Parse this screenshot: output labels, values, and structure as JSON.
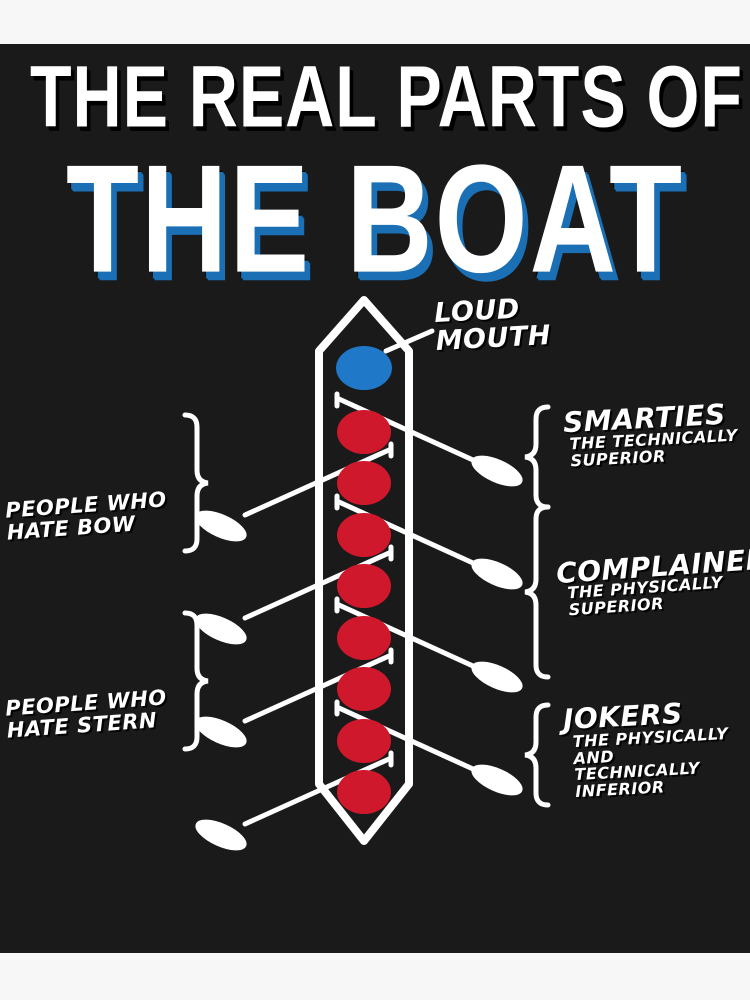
{
  "poster": {
    "background_color": "#f7f7f7",
    "field_color": "#1a1a1a"
  },
  "title": {
    "line1": "THE REAL PARTS OF",
    "line2": "THE BOAT",
    "line1_color": "#ffffff",
    "line2_color": "#ffffff",
    "line2_shadow_color": "#1a6fb5"
  },
  "diagram": {
    "boat": {
      "outline_color": "#ffffff",
      "seats": [
        {
          "index": 0,
          "role": "coxswain",
          "color": "#1f78c8"
        },
        {
          "index": 1,
          "role": "rower",
          "color": "#d0182c"
        },
        {
          "index": 2,
          "role": "rower",
          "color": "#d0182c"
        },
        {
          "index": 3,
          "role": "rower",
          "color": "#d0182c"
        },
        {
          "index": 4,
          "role": "rower",
          "color": "#d0182c"
        },
        {
          "index": 5,
          "role": "rower",
          "color": "#d0182c"
        },
        {
          "index": 6,
          "role": "rower",
          "color": "#d0182c"
        },
        {
          "index": 7,
          "role": "rower",
          "color": "#d0182c"
        },
        {
          "index": 8,
          "role": "rower",
          "color": "#d0182c"
        }
      ],
      "oar_count": 8,
      "oar_color": "#ffffff"
    },
    "callout_line": "loud-mouth-leader-line"
  },
  "labels": {
    "loud_mouth": "LOUD\nMOUTH",
    "right": [
      {
        "id": "smarties",
        "title": "SMARTIES",
        "subtitle": "THE TECHNICALLY\nSUPERIOR"
      },
      {
        "id": "complainers",
        "title": "COMPLAINERS",
        "subtitle": "THE PHYSICALLY\nSUPERIOR"
      },
      {
        "id": "jokers",
        "title": "JOKERS",
        "subtitle": "THE PHYSICALLY\nAND\nTECHNICALLY\nINFERIOR"
      }
    ],
    "left": [
      {
        "id": "hate-bow",
        "text": "PEOPLE WHO\nHATE BOW"
      },
      {
        "id": "hate-stern",
        "text": "PEOPLE WHO\nHATE STERN"
      }
    ]
  }
}
